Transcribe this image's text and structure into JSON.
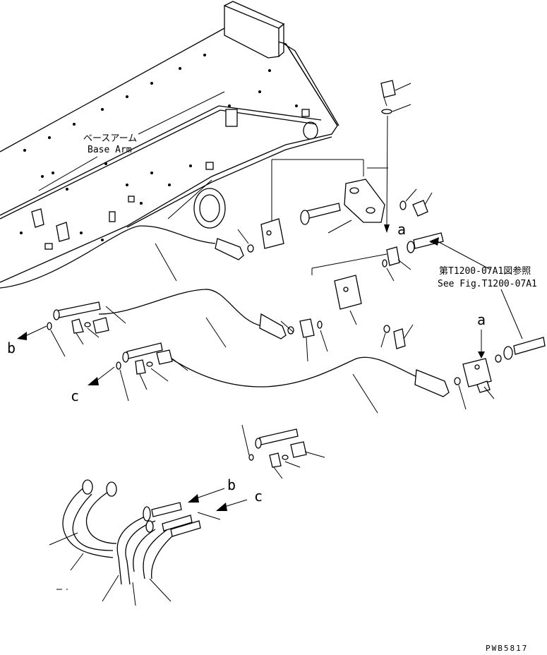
{
  "labels": {
    "base_arm_jp": "ベースアーム",
    "base_arm_en": "Base Arm",
    "ref_jp": "第T1200-07A1図参照",
    "ref_en": "See Fig.T1200-07A1",
    "a1": "a",
    "a2": "a",
    "b1": "b",
    "b2": "b",
    "c1": "c",
    "c2": "c",
    "drawing_code": "PWB5817"
  }
}
